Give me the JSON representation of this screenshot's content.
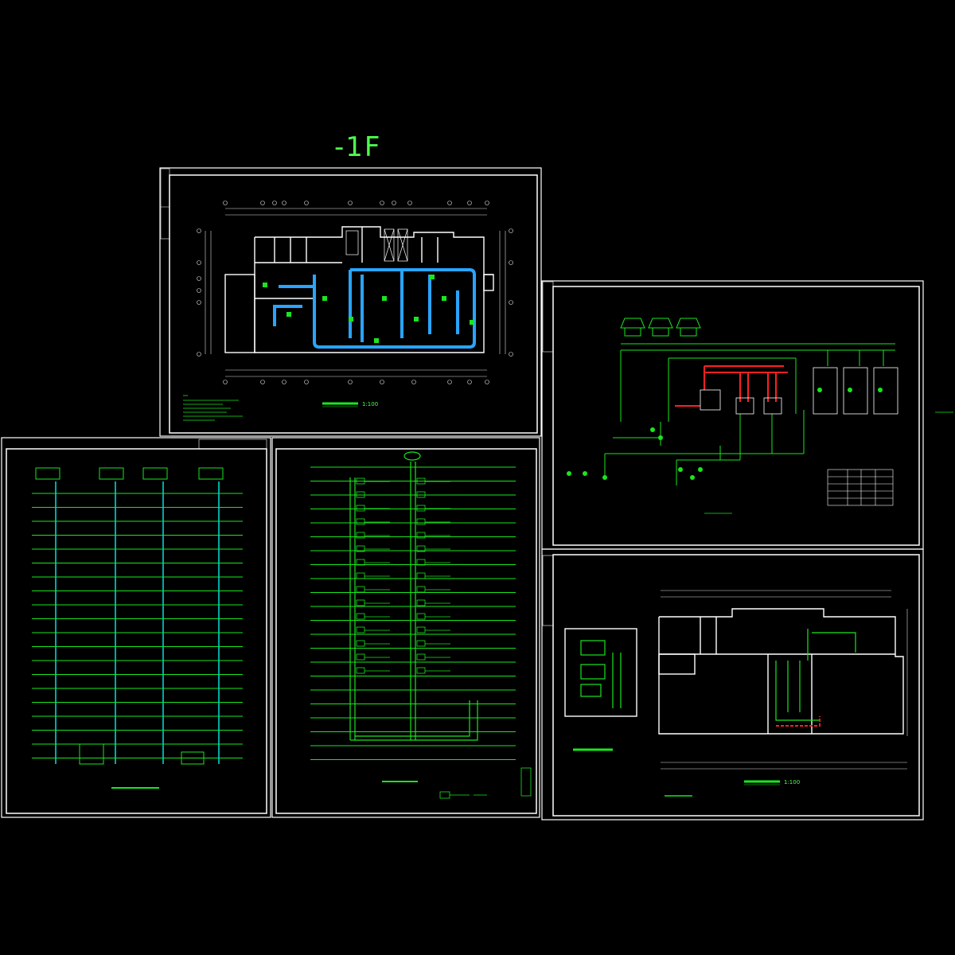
{
  "floor_label": "-1F",
  "sheets": [
    {
      "id": "sheet-1",
      "caption": "",
      "scale": "1:100"
    },
    {
      "id": "sheet-2",
      "caption": "",
      "scale": ""
    },
    {
      "id": "sheet-3",
      "caption": "",
      "scale": "1:100"
    },
    {
      "id": "sheet-4",
      "caption": "",
      "scale": ""
    },
    {
      "id": "sheet-5",
      "caption": "",
      "scale": ""
    }
  ],
  "colors": {
    "background": "#000000",
    "frame": "#ffffff",
    "duct": "#2aa4ff",
    "pipe": "#19e61e",
    "riser": "#00d6c8",
    "hot_pipe": "#ff2020",
    "text": "#4cff4c"
  }
}
